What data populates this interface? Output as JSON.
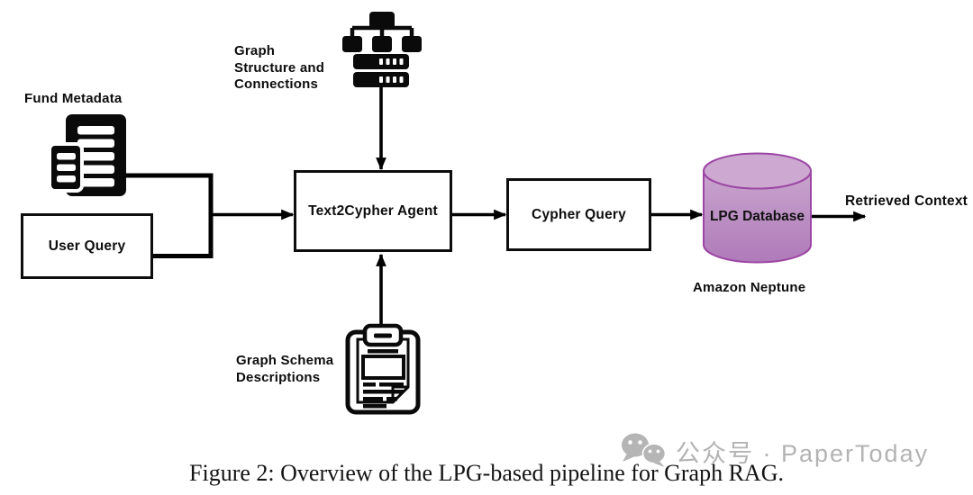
{
  "figure": {
    "caption": "Figure 2: Overview of the LPG-based pipeline for Graph RAG."
  },
  "watermark": {
    "text": "公众号 · PaperToday",
    "color": "#b3b3b3",
    "icon": "wechat-icon"
  },
  "diagram": {
    "nodes": {
      "user_query": {
        "label": "User Query",
        "type": "box"
      },
      "text2cypher_agent": {
        "label": "Text2Cypher Agent",
        "type": "box"
      },
      "cypher_query": {
        "label": "Cypher Query",
        "type": "box"
      },
      "lpg_database": {
        "label": "LPG Database",
        "type": "cylinder"
      }
    },
    "annotations": {
      "fund_metadata": "Fund Metadata",
      "graph_structure": "Graph\nStructure and\nConnections",
      "graph_schema": "Graph Schema\nDescriptions",
      "amazon_neptune": "Amazon Neptune",
      "retrieved_context": "Retrieved Context"
    },
    "icons": [
      "documents-icon",
      "graph-structure-icon",
      "clipboard-icon",
      "wechat-icon"
    ],
    "edges": [
      {
        "from": "fund_metadata",
        "to": "text2cypher_agent"
      },
      {
        "from": "user_query",
        "to": "text2cypher_agent"
      },
      {
        "from": "graph_structure_connections",
        "to": "text2cypher_agent"
      },
      {
        "from": "graph_schema_descriptions",
        "to": "text2cypher_agent"
      },
      {
        "from": "text2cypher_agent",
        "to": "cypher_query"
      },
      {
        "from": "cypher_query",
        "to": "lpg_database"
      },
      {
        "from": "lpg_database",
        "to": "retrieved_context"
      }
    ],
    "colors": {
      "line": "#000000",
      "cylinder_top": "#cda9d2",
      "cylinder_body_light": "#c9a5ce",
      "cylinder_body_dark": "#af7ab9",
      "cylinder_stroke": "#9c46a4",
      "watermark_gray": "#b3b3b3"
    }
  }
}
